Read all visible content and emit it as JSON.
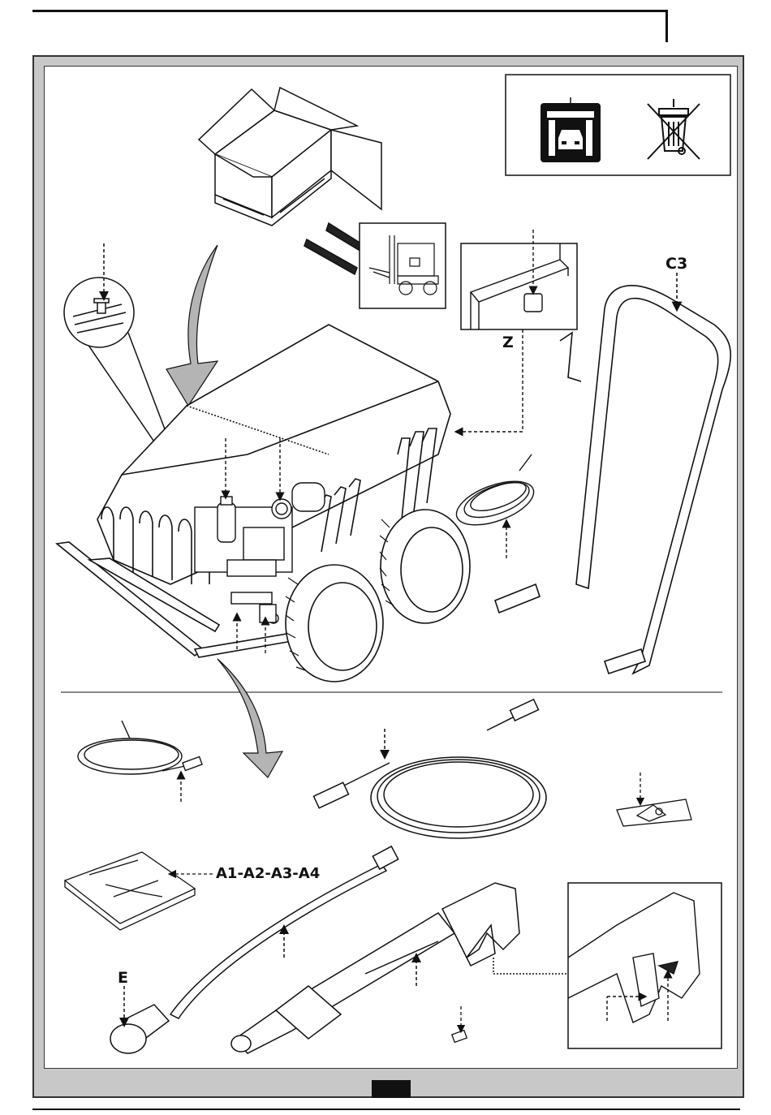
{
  "callouts": {
    "c3": "C3",
    "z": "Z",
    "accessories": "A1-A2-A3-A4",
    "e": "E"
  },
  "icons": {
    "indoor_use": "indoor-use-garage-icon",
    "no_household_waste": "crossed-out-wheelie-bin-icon"
  },
  "colors": {
    "frame_gray": "#c8c8c8",
    "ink": "#111111",
    "arrow_gray": "#b4b4b4"
  }
}
